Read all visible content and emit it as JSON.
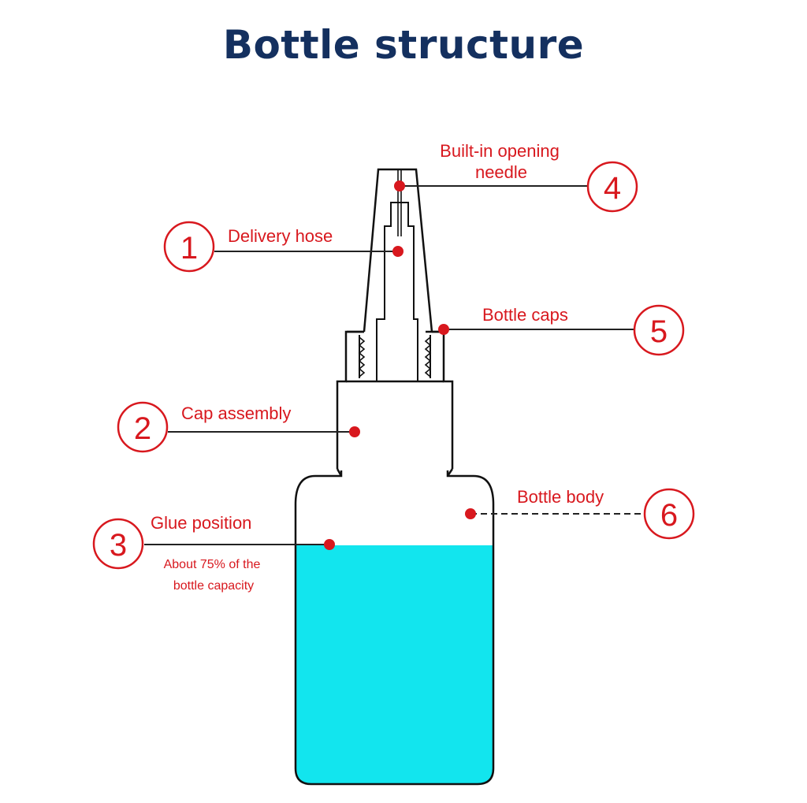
{
  "title": "Bottle structure",
  "colors": {
    "title": "#14305f",
    "accent": "#d8181e",
    "glue": "#12e5ee",
    "outline": "#111111"
  },
  "callouts": [
    {
      "number": "1",
      "label": "Delivery hose"
    },
    {
      "number": "2",
      "label": "Cap assembly"
    },
    {
      "number": "3",
      "label": "Glue position",
      "note_line1": "About 75% of the",
      "note_line2": "bottle capacity"
    },
    {
      "number": "4",
      "label_line1": "Built-in opening",
      "label_line2": "needle"
    },
    {
      "number": "5",
      "label": "Bottle caps"
    },
    {
      "number": "6",
      "label": "Bottle body"
    }
  ],
  "glue_fill_fraction": 0.75
}
